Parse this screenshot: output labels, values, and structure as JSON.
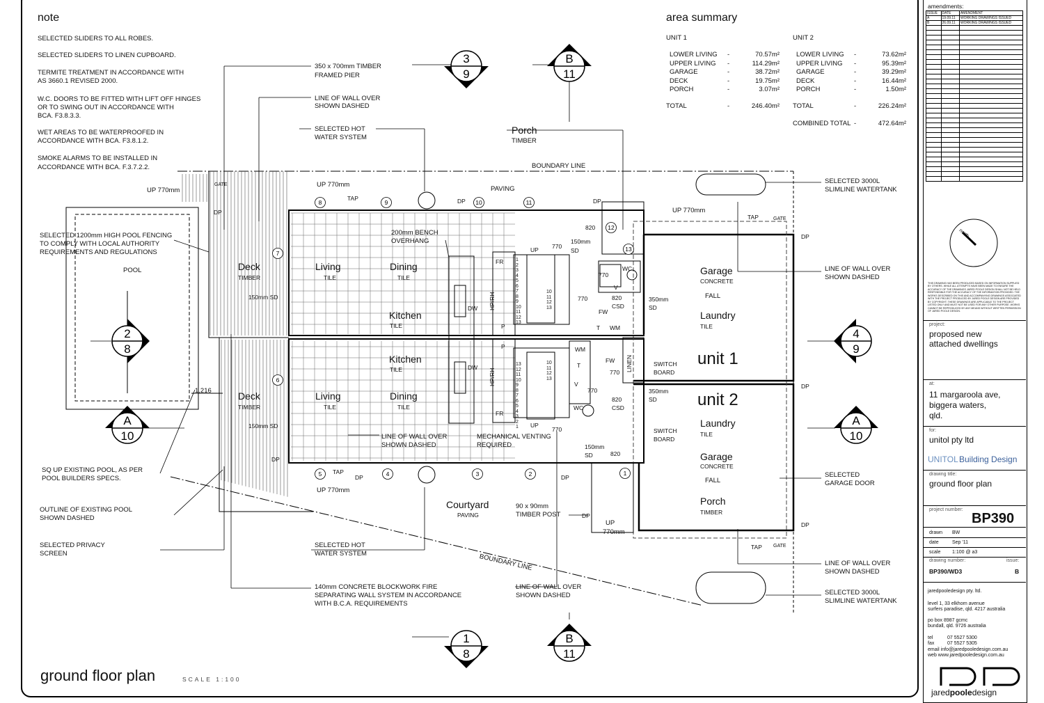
{
  "notes": {
    "heading": "note",
    "items": [
      "SELECTED SLIDERS TO ALL ROBES.",
      "SELECTED SLIDERS TO LINEN CUPBOARD.",
      "TERMITE TREATMENT IN ACCORDANCE WITH",
      "AS 3660.1 REVISED 2000.",
      "W.C. DOORS TO BE FITTED WITH LIFT OFF HINGES",
      "OR TO SWING OUT IN ACCORDANCE WITH",
      "BCA. F3.8.3.3.",
      "WET AREAS TO BE WATERPROOFED IN",
      "ACCORDANCE WITH BCA. F3.8.1.2.",
      "SMOKE ALARMS TO BE INSTALLED IN",
      "ACCORDANCE WITH BCA. F.3.7.2.2."
    ]
  },
  "area_summary": {
    "heading": "area summary",
    "unit1": {
      "title": "UNIT 1",
      "rows": [
        {
          "label": "LOWER LIVING",
          "dash": "-",
          "value": "70.57m²"
        },
        {
          "label": "UPPER LIVING",
          "dash": "-",
          "value": "114.29m²"
        },
        {
          "label": "GARAGE",
          "dash": "-",
          "value": "38.72m²"
        },
        {
          "label": "DECK",
          "dash": "-",
          "value": "19.75m²"
        },
        {
          "label": "PORCH",
          "dash": "-",
          "value": "3.07m²"
        }
      ],
      "total_label": "TOTAL",
      "total_value": "246.40m²"
    },
    "unit2": {
      "title": "UNIT 2",
      "rows": [
        {
          "label": "LOWER LIVING",
          "dash": "-",
          "value": "73.62m²"
        },
        {
          "label": "UPPER LIVING",
          "dash": "-",
          "value": "95.39m²"
        },
        {
          "label": "GARAGE",
          "dash": "-",
          "value": "39.29m²"
        },
        {
          "label": "DECK",
          "dash": "-",
          "value": "16.44m²"
        },
        {
          "label": "PORCH",
          "dash": "-",
          "value": "1.50m²"
        }
      ],
      "total_label": "TOTAL",
      "total_value": "226.24m²",
      "combined_label": "COMBINED TOTAL",
      "combined_value": "472.64m²"
    }
  },
  "section_markers": {
    "top_39": {
      "top": "3",
      "bottom": "9"
    },
    "top_b11": {
      "top": "B",
      "bottom": "11"
    },
    "left_28": {
      "top": "2",
      "bottom": "8"
    },
    "left_a10": {
      "top": "A",
      "bottom": "10"
    },
    "right_49": {
      "top": "4",
      "bottom": "9"
    },
    "right_a10": {
      "top": "A",
      "bottom": "10"
    },
    "bottom_18": {
      "top": "1",
      "bottom": "8"
    },
    "bottom_b11": {
      "top": "B",
      "bottom": "11"
    }
  },
  "callouts": {
    "pier": [
      "350 x 700mm TIMBER",
      "FRAMED PIER"
    ],
    "wall_over_top": [
      "LINE OF WALL OVER",
      "SHOWN DASHED"
    ],
    "hot_water_top": [
      "SELECTED HOT",
      "WATER SYSTEM"
    ],
    "porch_top": {
      "name": "Porch",
      "finish": "TIMBER"
    },
    "boundary_top": "BOUNDARY LINE",
    "boundary_bottom": "BOUNDARY LINE",
    "paving_top": "PAVING",
    "watertank_top": [
      "SELECTED 3000L",
      "SLIMLINE WATERTANK"
    ],
    "pool_fence": [
      "SELECTED 1200mm HIGH POOL FENCING",
      "TO COMPLY WITH LOCAL AUTHORITY",
      "REQUIREMENTS AND REGULATIONS"
    ],
    "pool": "POOL",
    "wall_over_right_top": [
      "LINE OF WALL OVER",
      "SHOWN DASHED"
    ],
    "sq_up_pool": [
      "SQ UP EXISTING POOL, AS PER",
      "POOL BUILDERS SPECS."
    ],
    "outline_pool": [
      "OUTLINE OF EXISTING POOL",
      "SHOWN DASHED"
    ],
    "privacy": [
      "SELECTED PRIVACY",
      "SCREEN"
    ],
    "hot_water_bottom": [
      "SELECTED HOT",
      "WATER SYSTEM"
    ],
    "fire_wall": [
      "140mm CONCRETE BLOCKWORK FIRE",
      "SEPARATING WALL SYSTEM IN ACCORDANCE",
      "WITH B.C.A. REQUIREMENTS"
    ],
    "wall_over_bottom": [
      "LINE OF WALL OVER",
      "SHOWN DASHED"
    ],
    "garage_door": [
      "SELECTED",
      "GARAGE DOOR"
    ],
    "wall_over_right_bottom": [
      "LINE OF WALL OVER",
      "SHOWN DASHED"
    ],
    "watertank_bottom": [
      "SELECTED 3000L",
      "SLIMLINE WATERTANK"
    ],
    "timber_post": [
      "90 x 90mm",
      "TIMBER POST"
    ],
    "wall_over_inner": [
      "LINE OF WALL OVER",
      "SHOWN DASHED"
    ],
    "mech_vent": [
      "MECHANICAL VENTING",
      "REQUIRED"
    ],
    "bench": [
      "200mm BENCH",
      "OVERHANG"
    ],
    "up770_a": "UP 770mm",
    "up770_b": "UP 770mm",
    "up770_c": "UP 770mm",
    "up770_d": "UP 770mm",
    "up770_e": [
      "UP",
      "770mm"
    ],
    "dim_1216": "1,216"
  },
  "rooms": {
    "deck1": {
      "name": "Deck",
      "finish": "TIMBER"
    },
    "living1": {
      "name": "Living",
      "finish": "TILE"
    },
    "dining1": {
      "name": "Dining",
      "finish": "TILE"
    },
    "kitchen1": {
      "name": "Kitchen",
      "finish": "TILE"
    },
    "garage1": {
      "name": "Garage",
      "finish": "CONCRETE"
    },
    "laundry1": {
      "name": "Laundry",
      "finish": "TILE"
    },
    "unit1": "unit 1",
    "unit2": "unit 2",
    "deck2": {
      "name": "Deck",
      "finish": "TIMBER"
    },
    "living2": {
      "name": "Living",
      "finish": "TILE"
    },
    "dining2": {
      "name": "Dining",
      "finish": "TILE"
    },
    "kitchen2": {
      "name": "Kitchen",
      "finish": "TILE"
    },
    "laundry2": {
      "name": "Laundry",
      "finish": "TILE"
    },
    "garage2": {
      "name": "Garage",
      "finish": "CONCRETE"
    },
    "porch2": {
      "name": "Porch",
      "finish": "TIMBER"
    },
    "courtyard": {
      "name": "Courtyard",
      "finish": "PAVING"
    }
  },
  "small_labels": {
    "gate": "GATE",
    "dp": "DP",
    "tap": "TAP",
    "wc": "WC",
    "fw": "FW",
    "wm": "WM",
    "t": "T",
    "v": "V",
    "fr": "FR",
    "p": "P",
    "dw": "DW",
    "hprh": "HP/RH",
    "linen": "LINEN",
    "fall": "FALL",
    "switchboard": [
      "SWITCH",
      "BOARD"
    ],
    "csd": "CSD",
    "sd": "SD",
    "up": "UP",
    "d820": "820",
    "d770": "770",
    "d350": [
      "350mm",
      "SD"
    ],
    "d150": [
      "150mm",
      "SD"
    ],
    "sd150": "150mm SD"
  },
  "stairs": [
    "1",
    "2",
    "3",
    "4",
    "5",
    "6",
    "7",
    "8",
    "9",
    "10",
    "11",
    "12",
    "13"
  ],
  "grid_bubbles": {
    "top": [
      "8",
      "9",
      "10",
      "11"
    ],
    "bottom": [
      "5",
      "4",
      "3",
      "2"
    ],
    "side": [
      "7",
      "6"
    ],
    "deck_corner": [
      "12",
      "13",
      "1"
    ]
  },
  "footer": {
    "title": "ground floor plan",
    "scale": "SCALE 1:100"
  },
  "title_block": {
    "amendments_label": "amendments:",
    "amend_head": [
      "ISSUE",
      "DATE",
      "AMENDMENT"
    ],
    "amend_rows": [
      [
        "A",
        "19.09.11",
        "WORKING DRAWINGS ISSUED"
      ],
      [
        "B",
        "26.09.11",
        "WORKING DRAWINGS ISSUED"
      ]
    ],
    "north": "north",
    "disclaimer": "THIS DRAWING HAS BEEN PRODUCED BASED ON INFORMATION SUPPLIED BY OTHERS. WHILE ALL ATTEMPTS HAVE BEEN MADE TO ENSURE THE ACCURACY OF THE DRAWINGS JARED POOLE DESIGN SHALL NOT BE HELD RESPONSIBLE FOR THE ACCURACY OF THE INFORMATION PROVIDED. THE WORKS DESCRIBED ON THIS AND ACCOMPANYING DRAWINGS ASSOCIATED WITH THE PROJECT PRODUCED BY JARED POOLE DESIGN ARE PROVIDED BY COPYRIGHT. THESE DRAWINGS ARE APPLICABLE TO THE PROJECT LISTED ONLY AND MUST NOT BE USED FOR ANY OTHER PURPOSE. WORKS CANNOT BE REPRODUCED BY ANY MEANS WITHOUT WRITTEN PERMISSION OF JARED POOLE DESIGN.",
    "project_label": "project:",
    "project": [
      "proposed new",
      "attached dwellings"
    ],
    "at_label": "at:",
    "address": [
      "11 margaroola ave,",
      "biggera waters,",
      "qld."
    ],
    "for_label": "for:",
    "client": "unitol pty ltd",
    "logo_a": "UNITOL",
    "logo_b": "Building Design",
    "title_label": "drawing title:",
    "title": "ground floor plan",
    "projnum_label": "project number:",
    "projnum": "BP390",
    "drawn_label": "drawn",
    "drawn": "BW",
    "date_label": "date",
    "date": "Sep '11",
    "scale_label": "scale",
    "scale": "1:100 @ a3",
    "drawnum_label": "drawing number:",
    "issue_label": "issue:",
    "drawnum": "BP390/WD3",
    "issue": "B",
    "company": "jaredpooledesign pty. ltd.",
    "addr1": "level 1, 33 elkhorn avenue",
    "addr2": "surfers paradise, qld. 4217 australia",
    "po1": "po box 8987 gcmc",
    "po2": "bundall, qld. 9726 australia",
    "tel_label": "tel",
    "tel": "07 5527 5300",
    "fax_label": "fax",
    "fax": "07 5527 5305",
    "email": "email info@jaredpooledesign.com.au",
    "web": "web  www.jaredpooledesign.com.au",
    "logo_text_a": "jared",
    "logo_text_b": "poole",
    "logo_text_c": "design"
  }
}
